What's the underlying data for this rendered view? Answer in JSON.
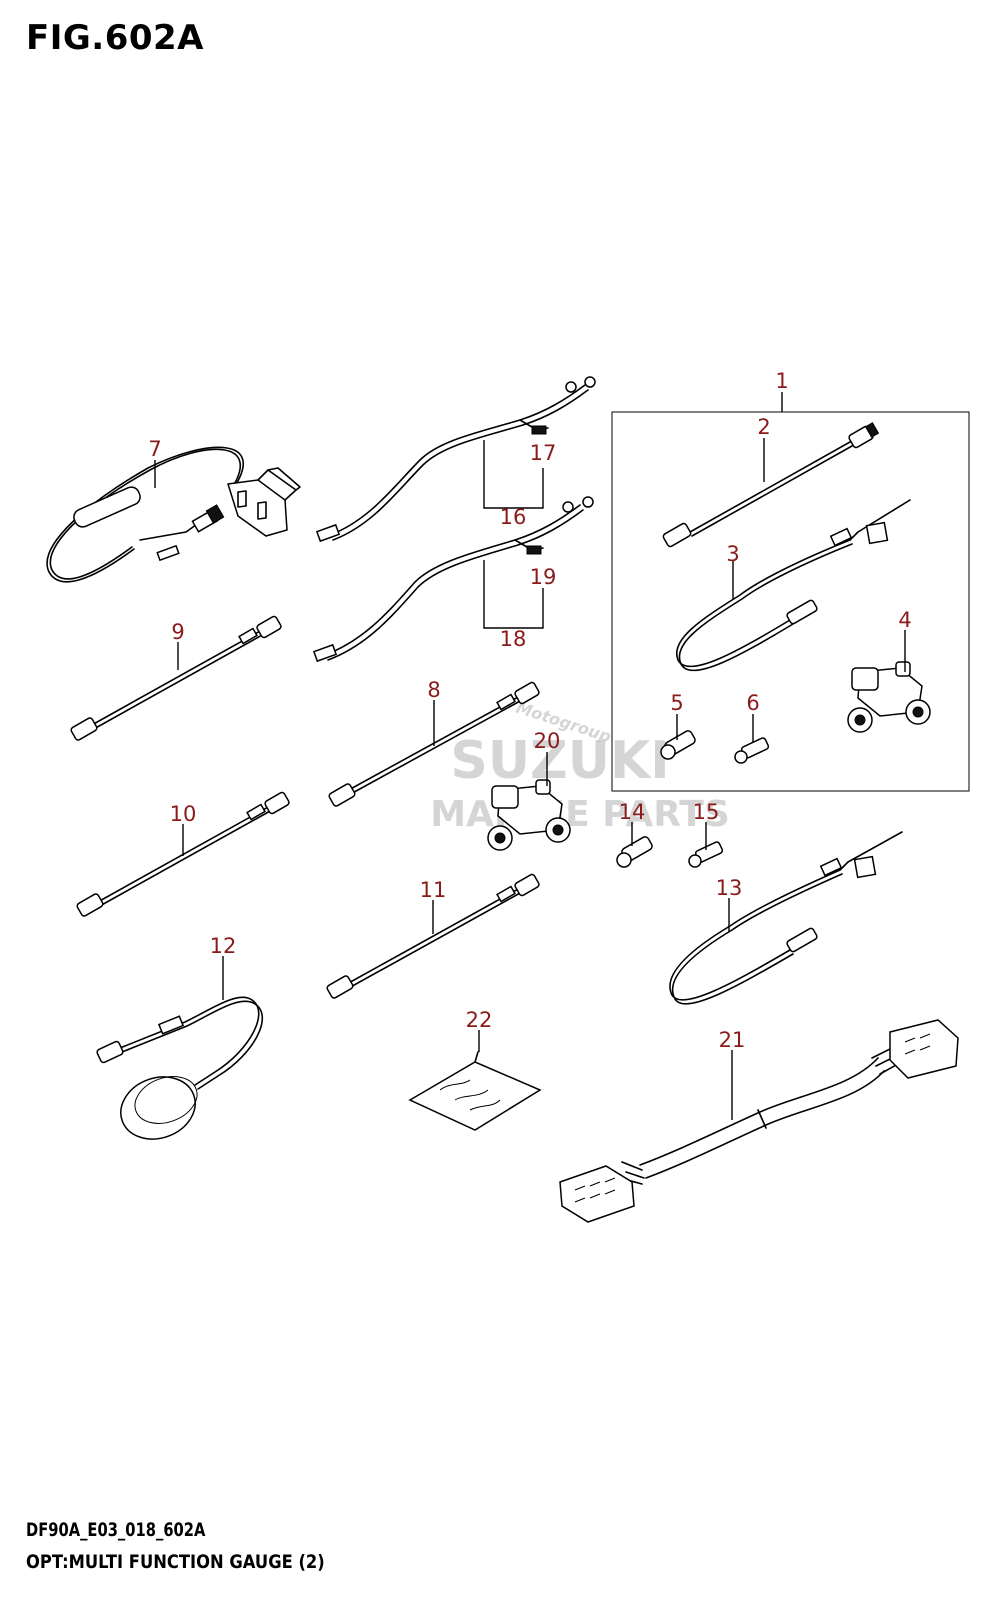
{
  "figure": {
    "title": "FIG.602A",
    "code": "DF90A_E03_018_602A",
    "caption": "OPT:MULTI FUNCTION GAUGE (2)"
  },
  "watermark": {
    "brand": "SUZUKI",
    "sub": "MARINE PARTS",
    "site": "Motogroup"
  },
  "callouts": [
    "1",
    "2",
    "3",
    "4",
    "5",
    "6",
    "7",
    "8",
    "9",
    "10",
    "11",
    "12",
    "13",
    "14",
    "15",
    "16",
    "17",
    "18",
    "19",
    "20",
    "21",
    "22"
  ],
  "colors": {
    "callout": "#8b1a1a",
    "line": "#000000",
    "watermark": "#c8c8c8"
  }
}
